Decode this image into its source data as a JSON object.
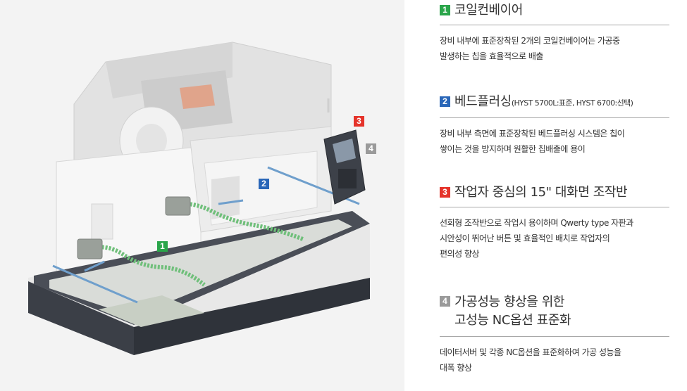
{
  "markers": [
    "1",
    "2",
    "3",
    "4"
  ],
  "colors": {
    "green": "#2aa54a",
    "blue": "#2a67b8",
    "red": "#e5332a",
    "gray": "#9a9a9a"
  },
  "features": [
    {
      "num": "1",
      "title": "코일컨베이어",
      "note": "",
      "desc": "장비 내부에 표준장착된 2개의 코일컨베이어는 가공중\n발생하는 칩을 효율적으로 배출"
    },
    {
      "num": "2",
      "title": "베드플러싱",
      "note": "(HYST 5700L:표준, HYST 6700:선택)",
      "desc": "장비 내부 측면에 표준장착된 베드플러싱 시스템은 칩이\n쌓이는 것을 방지하며 원활한 칩배출에 용이"
    },
    {
      "num": "3",
      "title": "작업자 중심의 15\" 대화면 조작반",
      "note": "",
      "desc": "선회형 조작반으로  작업시 용이하며 Qwerty type 자판과\n시안성이 뛰어난 버튼 및 효율적인 배치로 작업자의\n편의성 향상"
    },
    {
      "num": "4",
      "title": "가공성능 향상을 위한\n고성능 NC옵션 표준화",
      "note": "",
      "desc": "데이터서버 및 각종 NC옵션을 표준화하여 가공 성능을\n대폭 향상"
    }
  ]
}
